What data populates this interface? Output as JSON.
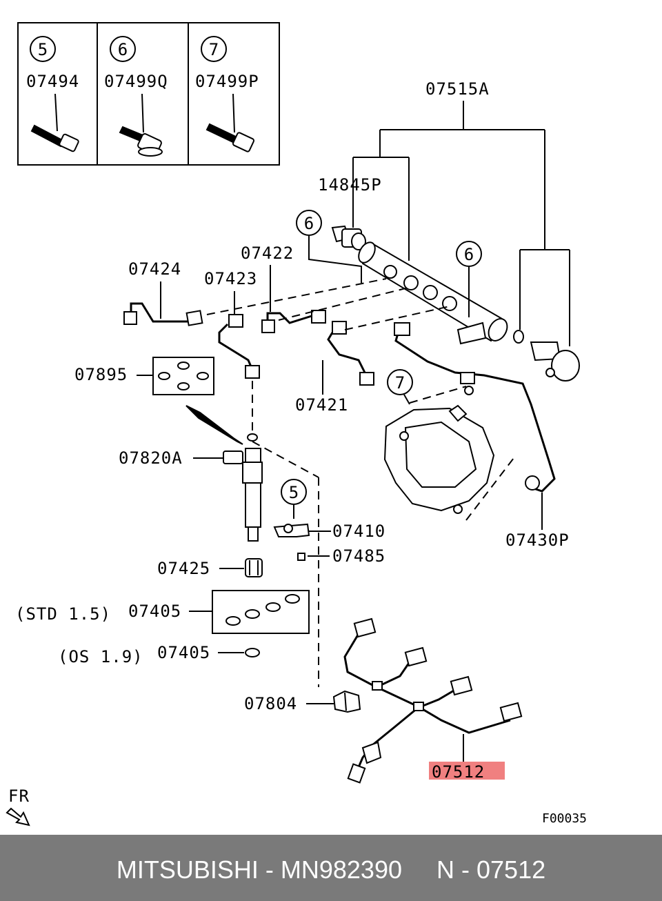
{
  "callouts": {
    "c5": "5",
    "c6": "6",
    "c7": "7"
  },
  "legend_parts": {
    "p5": "07494",
    "p6": "07499Q",
    "p7": "07499P"
  },
  "parts": {
    "p07515A": "07515A",
    "p14845P": "14845P",
    "p07422": "07422",
    "p07424": "07424",
    "p07423": "07423",
    "p07895": "07895",
    "p07421": "07421",
    "p07820A": "07820A",
    "p07410": "07410",
    "p07485": "07485",
    "p07425": "07425",
    "p07430P": "07430P",
    "p07405_std": "07405",
    "p07405_os": "07405",
    "p07804": "07804",
    "p07512": "07512"
  },
  "notes": {
    "std": "(STD 1.5)",
    "os": "(OS 1.9)",
    "fr": "FR",
    "figure_code": "F00035"
  },
  "colors": {
    "highlight": "#f08080",
    "caption_bar": "#7a7a7a"
  },
  "caption": "MITSUBISHI - MN982390     N - 07512"
}
